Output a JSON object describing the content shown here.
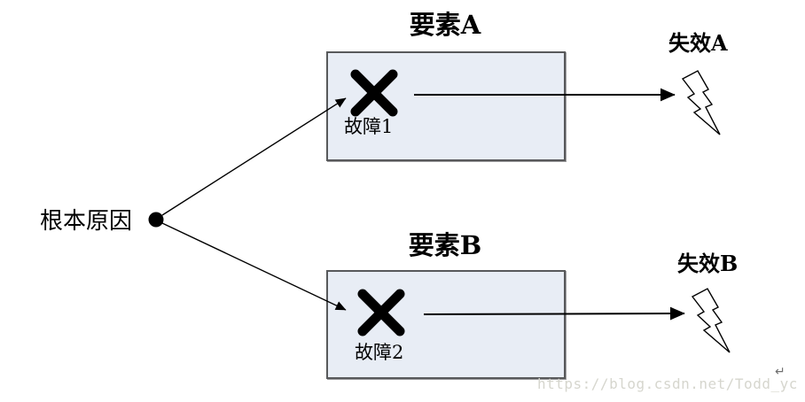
{
  "diagram": {
    "root_cause": {
      "label": "根本原因"
    },
    "elements": [
      {
        "title": "要素A",
        "fault": "故障1",
        "failure": "失效A"
      },
      {
        "title": "要素B",
        "fault": "故障2",
        "failure": "失效B"
      }
    ],
    "watermark": {
      "text": "https://blog.csdn.net/Todd_yc",
      "return_mark": "↵"
    },
    "colors": {
      "box_fill": "#E8EDF5",
      "box_border": "#58595B",
      "stroke": "#000000",
      "watermark_text": "#D6D6CE",
      "background": "#FFFFFF"
    }
  }
}
